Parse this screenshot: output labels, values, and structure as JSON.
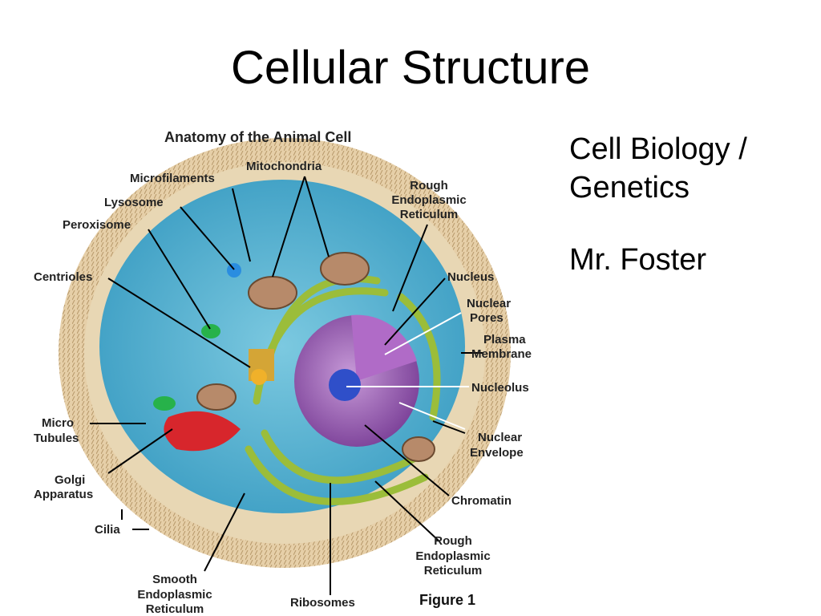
{
  "slide": {
    "title": "Cellular Structure",
    "subtitle": "Cell Biology / Genetics",
    "teacher": "Mr. Foster"
  },
  "figure": {
    "heading": "Anatomy of the Animal Cell",
    "caption": "Figure 1",
    "labels": {
      "microfilaments": "Microfilaments",
      "mitochondria": "Mitochondria",
      "lysosome": "Lysosome",
      "peroxisome": "Peroxisome",
      "rough_er_top_1": "Rough",
      "rough_er_top_2": "Endoplasmic",
      "rough_er_top_3": "Reticulum",
      "centrioles": "Centrioles",
      "nucleus": "Nucleus",
      "nuclear_pores_1": "Nuclear",
      "nuclear_pores_2": "Pores",
      "plasma_membrane_1": "Plasma",
      "plasma_membrane_2": "Membrane",
      "nucleolus": "Nucleolus",
      "micro_tubules_1": "Micro",
      "micro_tubules_2": "Tubules",
      "nuclear_envelope_1": "Nuclear",
      "nuclear_envelope_2": "Envelope",
      "golgi_1": "Golgi",
      "golgi_2": "Apparatus",
      "chromatin": "Chromatin",
      "cilia": "Cilia",
      "rough_er_bottom_1": "Rough",
      "rough_er_bottom_2": "Endoplasmic",
      "rough_er_bottom_3": "Reticulum",
      "smooth_er_1": "Smooth",
      "smooth_er_2": "Endoplasmic",
      "smooth_er_3": "Reticulum",
      "ribosomes": "Ribosomes"
    }
  }
}
